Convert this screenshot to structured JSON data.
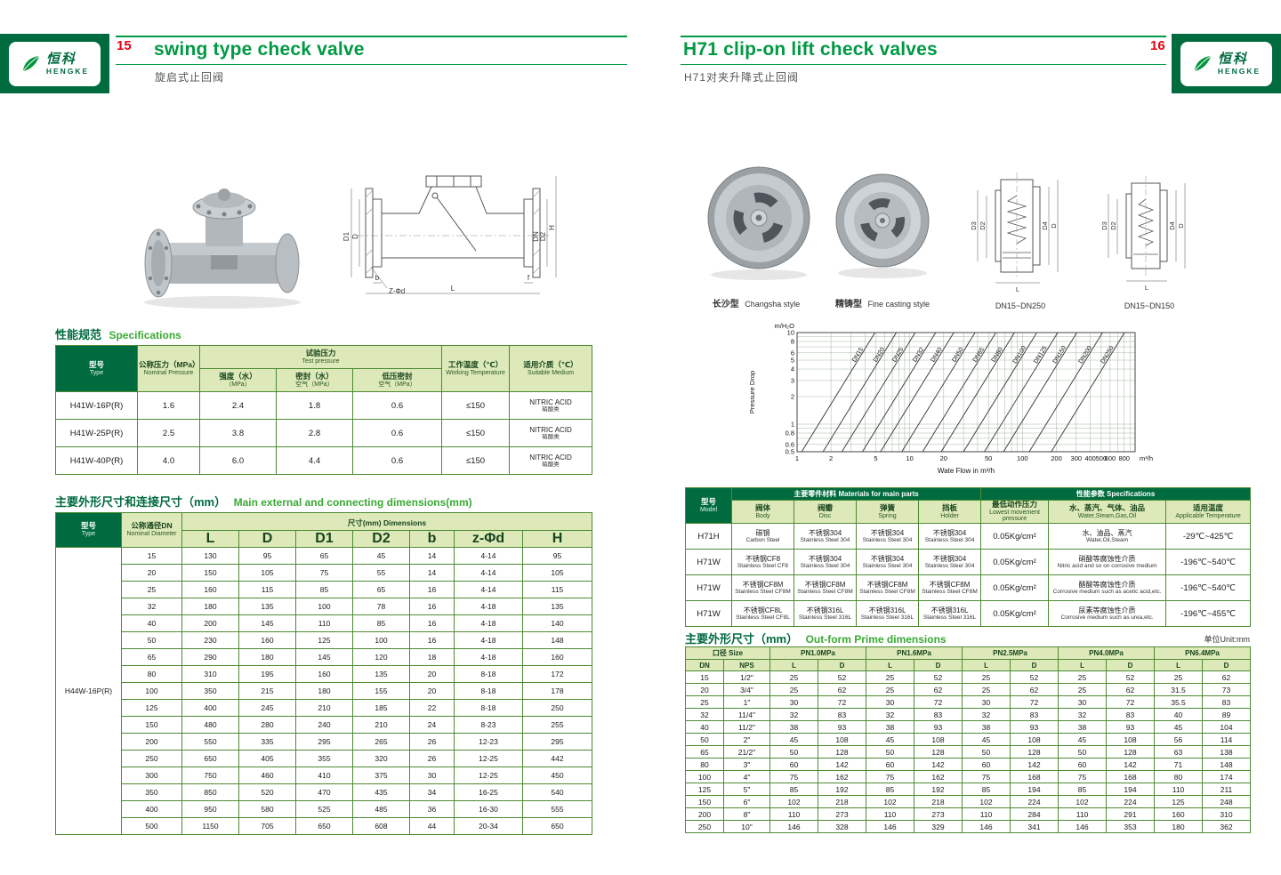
{
  "brand": {
    "logo_cn": "恒科",
    "logo_en": "HENGKE"
  },
  "header": {
    "left_page_number": "15",
    "left_title": "swing type check valve",
    "left_subtitle": "旋启式止回阀",
    "right_title": "H71 clip-on lift check valves",
    "right_subtitle": "H71对夹升降式止回阀",
    "right_page_number": "16"
  },
  "left_page": {
    "spec_title_cn": "性能规范",
    "spec_title_en": "Specifications",
    "spec_table": {
      "h_type": {
        "l1": "型号",
        "l2": "Type"
      },
      "h_nominal": {
        "l1": "公称压力（MPa）",
        "l2": "Nominal Pressure"
      },
      "h_test": {
        "l1": "试验压力",
        "l2": "Test pressure"
      },
      "h_strength": {
        "l1": "强度（水）",
        "l2": "（MPa）"
      },
      "h_seal": {
        "l1": "密封（水）",
        "l2": "空气（MPa）"
      },
      "h_low": {
        "l1": "低压密封",
        "l2": "空气（MPa）"
      },
      "h_temp": {
        "l1": "工作温度（℃）",
        "l2": "Working Temperature"
      },
      "h_medium": {
        "l1": "适用介质（℃）",
        "l2": "Suitable Medium"
      },
      "rows": [
        [
          "H41W-16P(R)",
          "1.6",
          "2.4",
          "1.8",
          "0.6",
          "≤150",
          {
            "l1": "NITRIC ACID",
            "l2": "硝酸类"
          }
        ],
        [
          "H41W-25P(R)",
          "2.5",
          "3.8",
          "2.8",
          "0.6",
          "≤150",
          {
            "l1": "NITRIC ACID",
            "l2": "硝酸类"
          }
        ],
        [
          "H41W-40P(R)",
          "4.0",
          "6.0",
          "4.4",
          "0.6",
          "≤150",
          {
            "l1": "NITRIC ACID",
            "l2": "硝酸类"
          }
        ]
      ]
    },
    "dim_title_cn": "主要外形尺寸和连接尺寸（mm）",
    "dim_title_en": "Main external and connecting dimensions(mm)",
    "dim_table": {
      "h_type": {
        "l1": "型号",
        "l2": "Type"
      },
      "h_dn": {
        "l1": "公称通径DN",
        "l2": "Nominal Diameter"
      },
      "h_dim": "尺寸(mm) Dimensions",
      "sub_headers": [
        "L",
        "D",
        "D1",
        "D2",
        "b",
        "z-Φd",
        "H"
      ],
      "model": "H44W-16P(R)",
      "rows": [
        [
          "15",
          "130",
          "95",
          "65",
          "45",
          "14",
          "4-14",
          "95"
        ],
        [
          "20",
          "150",
          "105",
          "75",
          "55",
          "14",
          "4-14",
          "105"
        ],
        [
          "25",
          "160",
          "115",
          "85",
          "65",
          "16",
          "4-14",
          "115"
        ],
        [
          "32",
          "180",
          "135",
          "100",
          "78",
          "16",
          "4-18",
          "135"
        ],
        [
          "40",
          "200",
          "145",
          "110",
          "85",
          "16",
          "4-18",
          "140"
        ],
        [
          "50",
          "230",
          "160",
          "125",
          "100",
          "16",
          "4-18",
          "148"
        ],
        [
          "65",
          "290",
          "180",
          "145",
          "120",
          "18",
          "4-18",
          "160"
        ],
        [
          "80",
          "310",
          "195",
          "160",
          "135",
          "20",
          "8-18",
          "172"
        ],
        [
          "100",
          "350",
          "215",
          "180",
          "155",
          "20",
          "8-18",
          "178"
        ],
        [
          "125",
          "400",
          "245",
          "210",
          "185",
          "22",
          "8-18",
          "250"
        ],
        [
          "150",
          "480",
          "280",
          "240",
          "210",
          "24",
          "8-23",
          "255"
        ],
        [
          "200",
          "550",
          "335",
          "295",
          "265",
          "26",
          "12-23",
          "295"
        ],
        [
          "250",
          "650",
          "405",
          "355",
          "320",
          "26",
          "12-25",
          "442"
        ],
        [
          "300",
          "750",
          "460",
          "410",
          "375",
          "30",
          "12-25",
          "450"
        ],
        [
          "350",
          "850",
          "520",
          "470",
          "435",
          "34",
          "16-25",
          "540"
        ],
        [
          "400",
          "950",
          "580",
          "525",
          "485",
          "36",
          "16-30",
          "555"
        ],
        [
          "500",
          "1150",
          "705",
          "650",
          "608",
          "44",
          "20-34",
          "650"
        ]
      ]
    },
    "drawing_labels": {
      "d1": "D1",
      "d": "D",
      "dn": "DN",
      "d2": "D2",
      "h": "H",
      "l": "L",
      "b": "b",
      "f": "f",
      "z": "Z-Φd"
    }
  },
  "right_page": {
    "photo1_caption_cn": "长沙型",
    "photo1_caption_en": "Changsha style",
    "photo2_caption_cn": "精铸型",
    "photo2_caption_en": "Fine casting style",
    "drawing1_caption": "DN15~DN250",
    "drawing2_caption": "DN15~DN150",
    "drawing_labels": {
      "d3": "D3",
      "d2": "D2",
      "d4": "D4",
      "d": "D",
      "l": "L"
    },
    "materials_table": {
      "h_model": {
        "l1": "型号",
        "l2": "Model"
      },
      "h_main": "主要零件材料 Materials for main parts",
      "h_spec": "性能参数 Specifications",
      "h_body": {
        "l1": "阀体",
        "l2": "Body"
      },
      "h_disc": {
        "l1": "阀瓣",
        "l2": "Disc"
      },
      "h_spring": {
        "l1": "弹簧",
        "l2": "Spring"
      },
      "h_holder": {
        "l1": "挡板",
        "l2": "Holder"
      },
      "h_lowest": {
        "l1": "最低动作压力",
        "l2": "Lowest movement pressure"
      },
      "h_media": {
        "l1": "水、蒸汽、气体、油品",
        "l2": "Water,Steam,Gas,Oil"
      },
      "h_temp": {
        "l1": "适用温度",
        "l2": "Applicable Temperature"
      },
      "rows": [
        [
          "H71H",
          {
            "l1": "碳钢",
            "l2": "Carbon Steel"
          },
          {
            "l1": "不锈钢304",
            "l2": "Stainless Steel 304"
          },
          {
            "l1": "不锈钢304",
            "l2": "Stainless Steel 304"
          },
          {
            "l1": "不锈钢304",
            "l2": "Stainless Steel 304"
          },
          "0.05Kg/cm²",
          {
            "l1": "水、油品、蒸汽",
            "l2": "Water,Oil,Steam"
          },
          "-29℃~425℃"
        ],
        [
          "H71W",
          {
            "l1": "不锈钢CF8",
            "l2": "Stainless Steel CF8"
          },
          {
            "l1": "不锈钢304",
            "l2": "Stainless Steel 304"
          },
          {
            "l1": "不锈钢304",
            "l2": "Stainless Steel 304"
          },
          {
            "l1": "不锈钢304",
            "l2": "Stainless Steel 304"
          },
          "0.05Kg/cm²",
          {
            "l1": "硝酸等腐蚀性介质",
            "l2": "Nitric acid and so on corrosive medium"
          },
          "-196℃~540℃"
        ],
        [
          "H71W",
          {
            "l1": "不锈钢CF8M",
            "l2": "Stainless Steel CF8M"
          },
          {
            "l1": "不锈钢CF8M",
            "l2": "Stainless Steel CF8M"
          },
          {
            "l1": "不锈钢CF8M",
            "l2": "Stainless Steel CF8M"
          },
          {
            "l1": "不锈钢CF8M",
            "l2": "Stainless Steel CF8M"
          },
          "0.05Kg/cm²",
          {
            "l1": "醋酸等腐蚀性介质",
            "l2": "Corrosive medium such as acetic acid,etc."
          },
          "-196℃~540℃"
        ],
        [
          "H71W",
          {
            "l1": "不锈钢CF8L",
            "l2": "Stainless Steel CF8L"
          },
          {
            "l1": "不锈钢316L",
            "l2": "Stainless Steel 316L"
          },
          {
            "l1": "不锈钢316L",
            "l2": "Stainless Steel 316L"
          },
          {
            "l1": "不锈钢316L",
            "l2": "Stainless Steel 316L"
          },
          "0.05Kg/cm²",
          {
            "l1": "尿素等腐蚀性介质",
            "l2": "Corrosive medium such as urea,etc."
          },
          "-196℃~455℃"
        ]
      ]
    },
    "outform_title_cn": "主要外形尺寸（mm）",
    "outform_title_en": "Out-form Prime dimensions",
    "unit_label": "单位Unit:mm",
    "outform_table": {
      "size_header": "口径 Size",
      "pn_headers": [
        "PN1.0MPa",
        "PN1.6MPa",
        "PN2.5MPa",
        "PN4.0MPa",
        "PN6.4MPa"
      ],
      "sub_headers": [
        "DN",
        "NPS",
        "L",
        "D",
        "L",
        "D",
        "L",
        "D",
        "L",
        "D",
        "L",
        "D"
      ],
      "rows": [
        [
          "15",
          "1/2\"",
          "25",
          "52",
          "25",
          "52",
          "25",
          "52",
          "25",
          "52",
          "25",
          "62"
        ],
        [
          "20",
          "3/4\"",
          "25",
          "62",
          "25",
          "62",
          "25",
          "62",
          "25",
          "62",
          "31.5",
          "73"
        ],
        [
          "25",
          "1\"",
          "30",
          "72",
          "30",
          "72",
          "30",
          "72",
          "30",
          "72",
          "35.5",
          "83"
        ],
        [
          "32",
          "11/4\"",
          "32",
          "83",
          "32",
          "83",
          "32",
          "83",
          "32",
          "83",
          "40",
          "89"
        ],
        [
          "40",
          "11/2\"",
          "38",
          "93",
          "38",
          "93",
          "38",
          "93",
          "38",
          "93",
          "45",
          "104"
        ],
        [
          "50",
          "2\"",
          "45",
          "108",
          "45",
          "108",
          "45",
          "108",
          "45",
          "108",
          "56",
          "114"
        ],
        [
          "65",
          "21/2\"",
          "50",
          "128",
          "50",
          "128",
          "50",
          "128",
          "50",
          "128",
          "63",
          "138"
        ],
        [
          "80",
          "3\"",
          "60",
          "142",
          "60",
          "142",
          "60",
          "142",
          "60",
          "142",
          "71",
          "148"
        ],
        [
          "100",
          "4\"",
          "75",
          "162",
          "75",
          "162",
          "75",
          "168",
          "75",
          "168",
          "80",
          "174"
        ],
        [
          "125",
          "5\"",
          "85",
          "192",
          "85",
          "192",
          "85",
          "194",
          "85",
          "194",
          "110",
          "211"
        ],
        [
          "150",
          "6\"",
          "102",
          "218",
          "102",
          "218",
          "102",
          "224",
          "102",
          "224",
          "125",
          "248"
        ],
        [
          "200",
          "8\"",
          "110",
          "273",
          "110",
          "273",
          "110",
          "284",
          "110",
          "291",
          "160",
          "310"
        ],
        [
          "250",
          "10\"",
          "146",
          "328",
          "146",
          "329",
          "146",
          "341",
          "146",
          "353",
          "180",
          "362"
        ]
      ]
    }
  },
  "chart_data": {
    "type": "line",
    "scale": "log-log",
    "title": "",
    "unit_label": "m/H₂O",
    "ylabel": "Pressure Drop",
    "xlabel": "Wate Flow in m³/h",
    "x_unit": "m³/h",
    "x_range": [
      1,
      1000
    ],
    "y_range": [
      0.5,
      10
    ],
    "y_ticks": [
      "10",
      "8",
      "6",
      "5",
      "4",
      "3",
      "2",
      "1",
      "0.8",
      "0.6",
      "0.5"
    ],
    "x_ticks": [
      "1",
      "2",
      "5",
      "10",
      "20",
      "50",
      "100",
      "200",
      "300",
      "400",
      "500",
      "600",
      "800"
    ],
    "lines": [
      "DN15",
      "DN20",
      "DN25",
      "DN32",
      "DN40",
      "DN50",
      "DN65",
      "DN80",
      "DN100",
      "DN125",
      "DN150",
      "DN200",
      "DN250"
    ],
    "line_x_at_bottom": [
      1.1,
      1.7,
      2.5,
      3.8,
      5.5,
      8.5,
      13,
      19,
      30,
      46,
      68,
      115,
      180
    ],
    "slope_loglog": 2
  }
}
